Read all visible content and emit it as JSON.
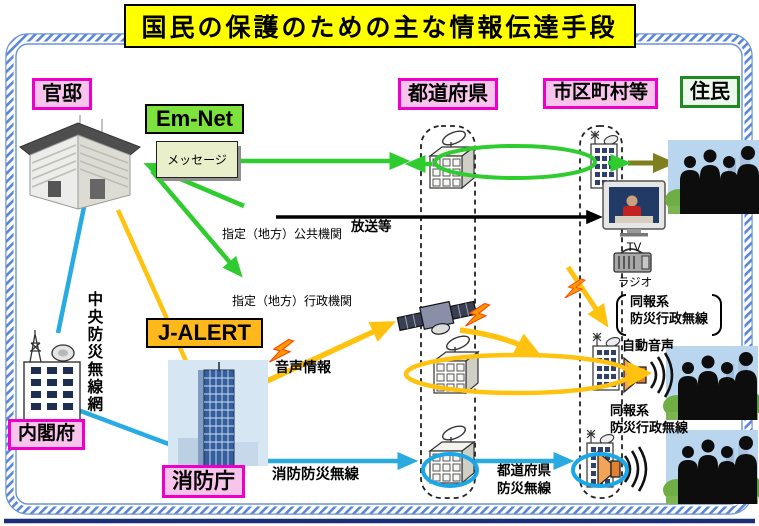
{
  "title": "国民の保護のための主な情報伝達手段",
  "nodes": {
    "kantei": "官邸",
    "emnet": "Em-Net",
    "message": "メッセージ",
    "prefecture": "都道府県",
    "municipality": "市区町村等",
    "residents": "住民",
    "cabinet": "内閣府",
    "jalert": "J-ALERT",
    "fdma": "消防庁"
  },
  "labels": {
    "central_net": "中央防災無線網",
    "public_org": "指定（地方）公共機関",
    "admin_org": "指定（地方）行政機関",
    "broadcast": "放送等",
    "tv": "TV",
    "radio": "ラジオ",
    "voice_info": "音声情報",
    "fire_wireless": "消防防災無線",
    "pref_wireless_1": "都道府県",
    "pref_wireless_2": "防災無線",
    "doho_1": "同報系",
    "doho_2": "防災行政無線",
    "auto_voice": "自動音声"
  },
  "colors": {
    "magenta": "#ee00cc",
    "pinkBg": "#f8c4ec",
    "green": "#2fcc2f",
    "emnetBg": "#7ee23c",
    "jalertBg": "#ffb81c",
    "yellow": "#ffc20e",
    "blue": "#29abe2",
    "olive": "#7f7f1f",
    "titleBg": "#ffff00",
    "frameBlue": "#5b86d6",
    "resBorder": "#1f8a1f",
    "navy": "#1b2f78",
    "boltFill": "#ff9900",
    "boltEdge": "#ff4400"
  }
}
